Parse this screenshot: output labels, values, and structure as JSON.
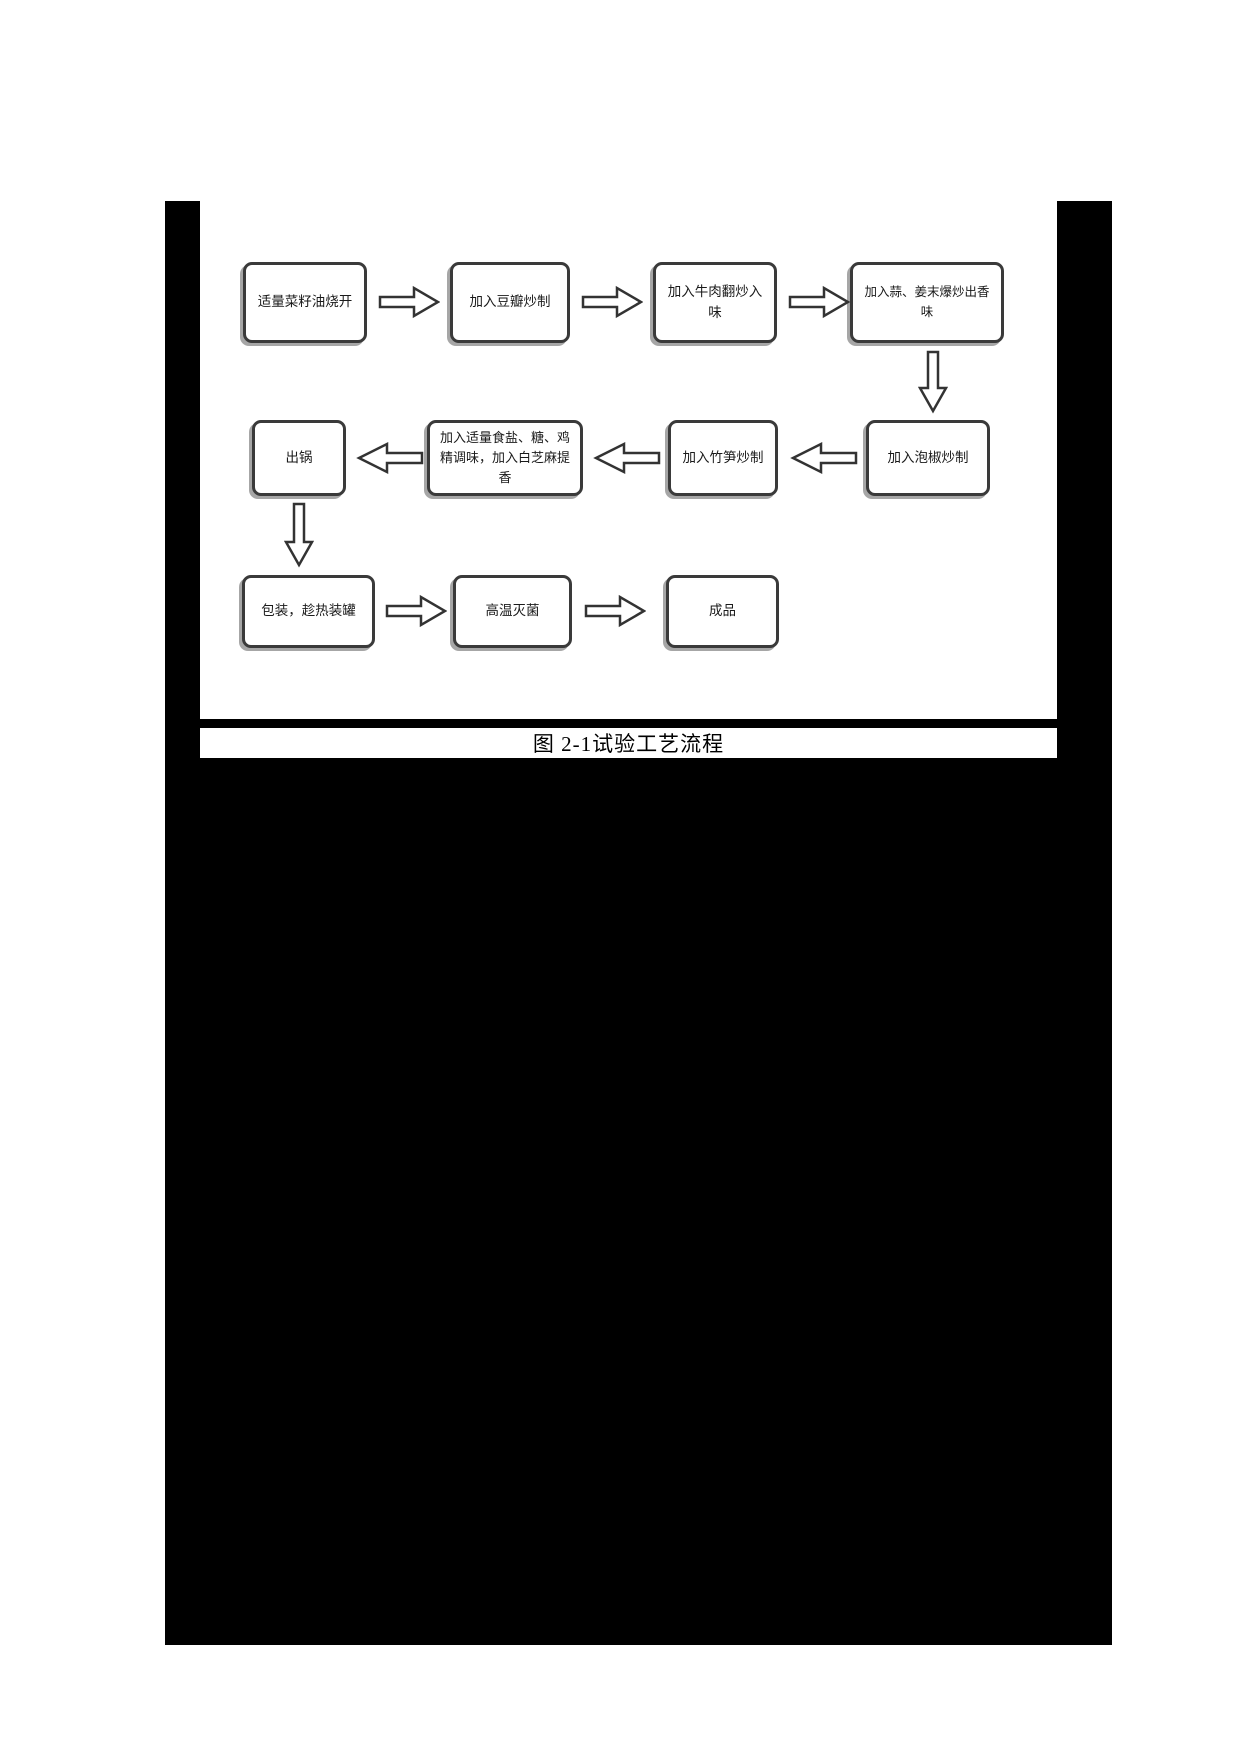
{
  "page": {
    "background": "#ffffff",
    "redaction_color": "#000000"
  },
  "figure": {
    "caption": "图 2-1试验工艺流程",
    "type": "flowchart"
  },
  "flowchart": {
    "box_fill": "#ffffff",
    "box_border_color": "#3a3a3a",
    "box_shadow_color": "#a6a6a6",
    "arrow_fill": "#ffffff",
    "arrow_stroke": "#333333",
    "nodes": [
      {
        "id": "heat-oil",
        "label": "适量菜籽油烧开"
      },
      {
        "id": "add-doubanjiang",
        "label": "加入豆瓣炒制"
      },
      {
        "id": "add-beef",
        "label": "加入牛肉翻炒入味"
      },
      {
        "id": "add-garlic-ginger",
        "label": "加入蒜、姜末爆炒出香味"
      },
      {
        "id": "add-pickled-pepper",
        "label": "加入泡椒炒制"
      },
      {
        "id": "add-bamboo-shoot",
        "label": "加入竹笋炒制"
      },
      {
        "id": "add-seasoning",
        "label": "加入适量食盐、糖、鸡精调味，加入白芝麻提香"
      },
      {
        "id": "out-of-pot",
        "label": "出锅"
      },
      {
        "id": "packaging",
        "label": "包装，趁热装罐"
      },
      {
        "id": "sterilization",
        "label": "高温灭菌"
      },
      {
        "id": "finished-product",
        "label": "成品"
      }
    ],
    "edges": [
      {
        "from": "heat-oil",
        "to": "add-doubanjiang",
        "direction": "right"
      },
      {
        "from": "add-doubanjiang",
        "to": "add-beef",
        "direction": "right"
      },
      {
        "from": "add-beef",
        "to": "add-garlic-ginger",
        "direction": "right"
      },
      {
        "from": "add-garlic-ginger",
        "to": "add-pickled-pepper",
        "direction": "down"
      },
      {
        "from": "add-pickled-pepper",
        "to": "add-bamboo-shoot",
        "direction": "left"
      },
      {
        "from": "add-bamboo-shoot",
        "to": "add-seasoning",
        "direction": "left"
      },
      {
        "from": "add-seasoning",
        "to": "out-of-pot",
        "direction": "left"
      },
      {
        "from": "out-of-pot",
        "to": "packaging",
        "direction": "down"
      },
      {
        "from": "packaging",
        "to": "sterilization",
        "direction": "right"
      },
      {
        "from": "sterilization",
        "to": "finished-product",
        "direction": "right"
      }
    ]
  }
}
